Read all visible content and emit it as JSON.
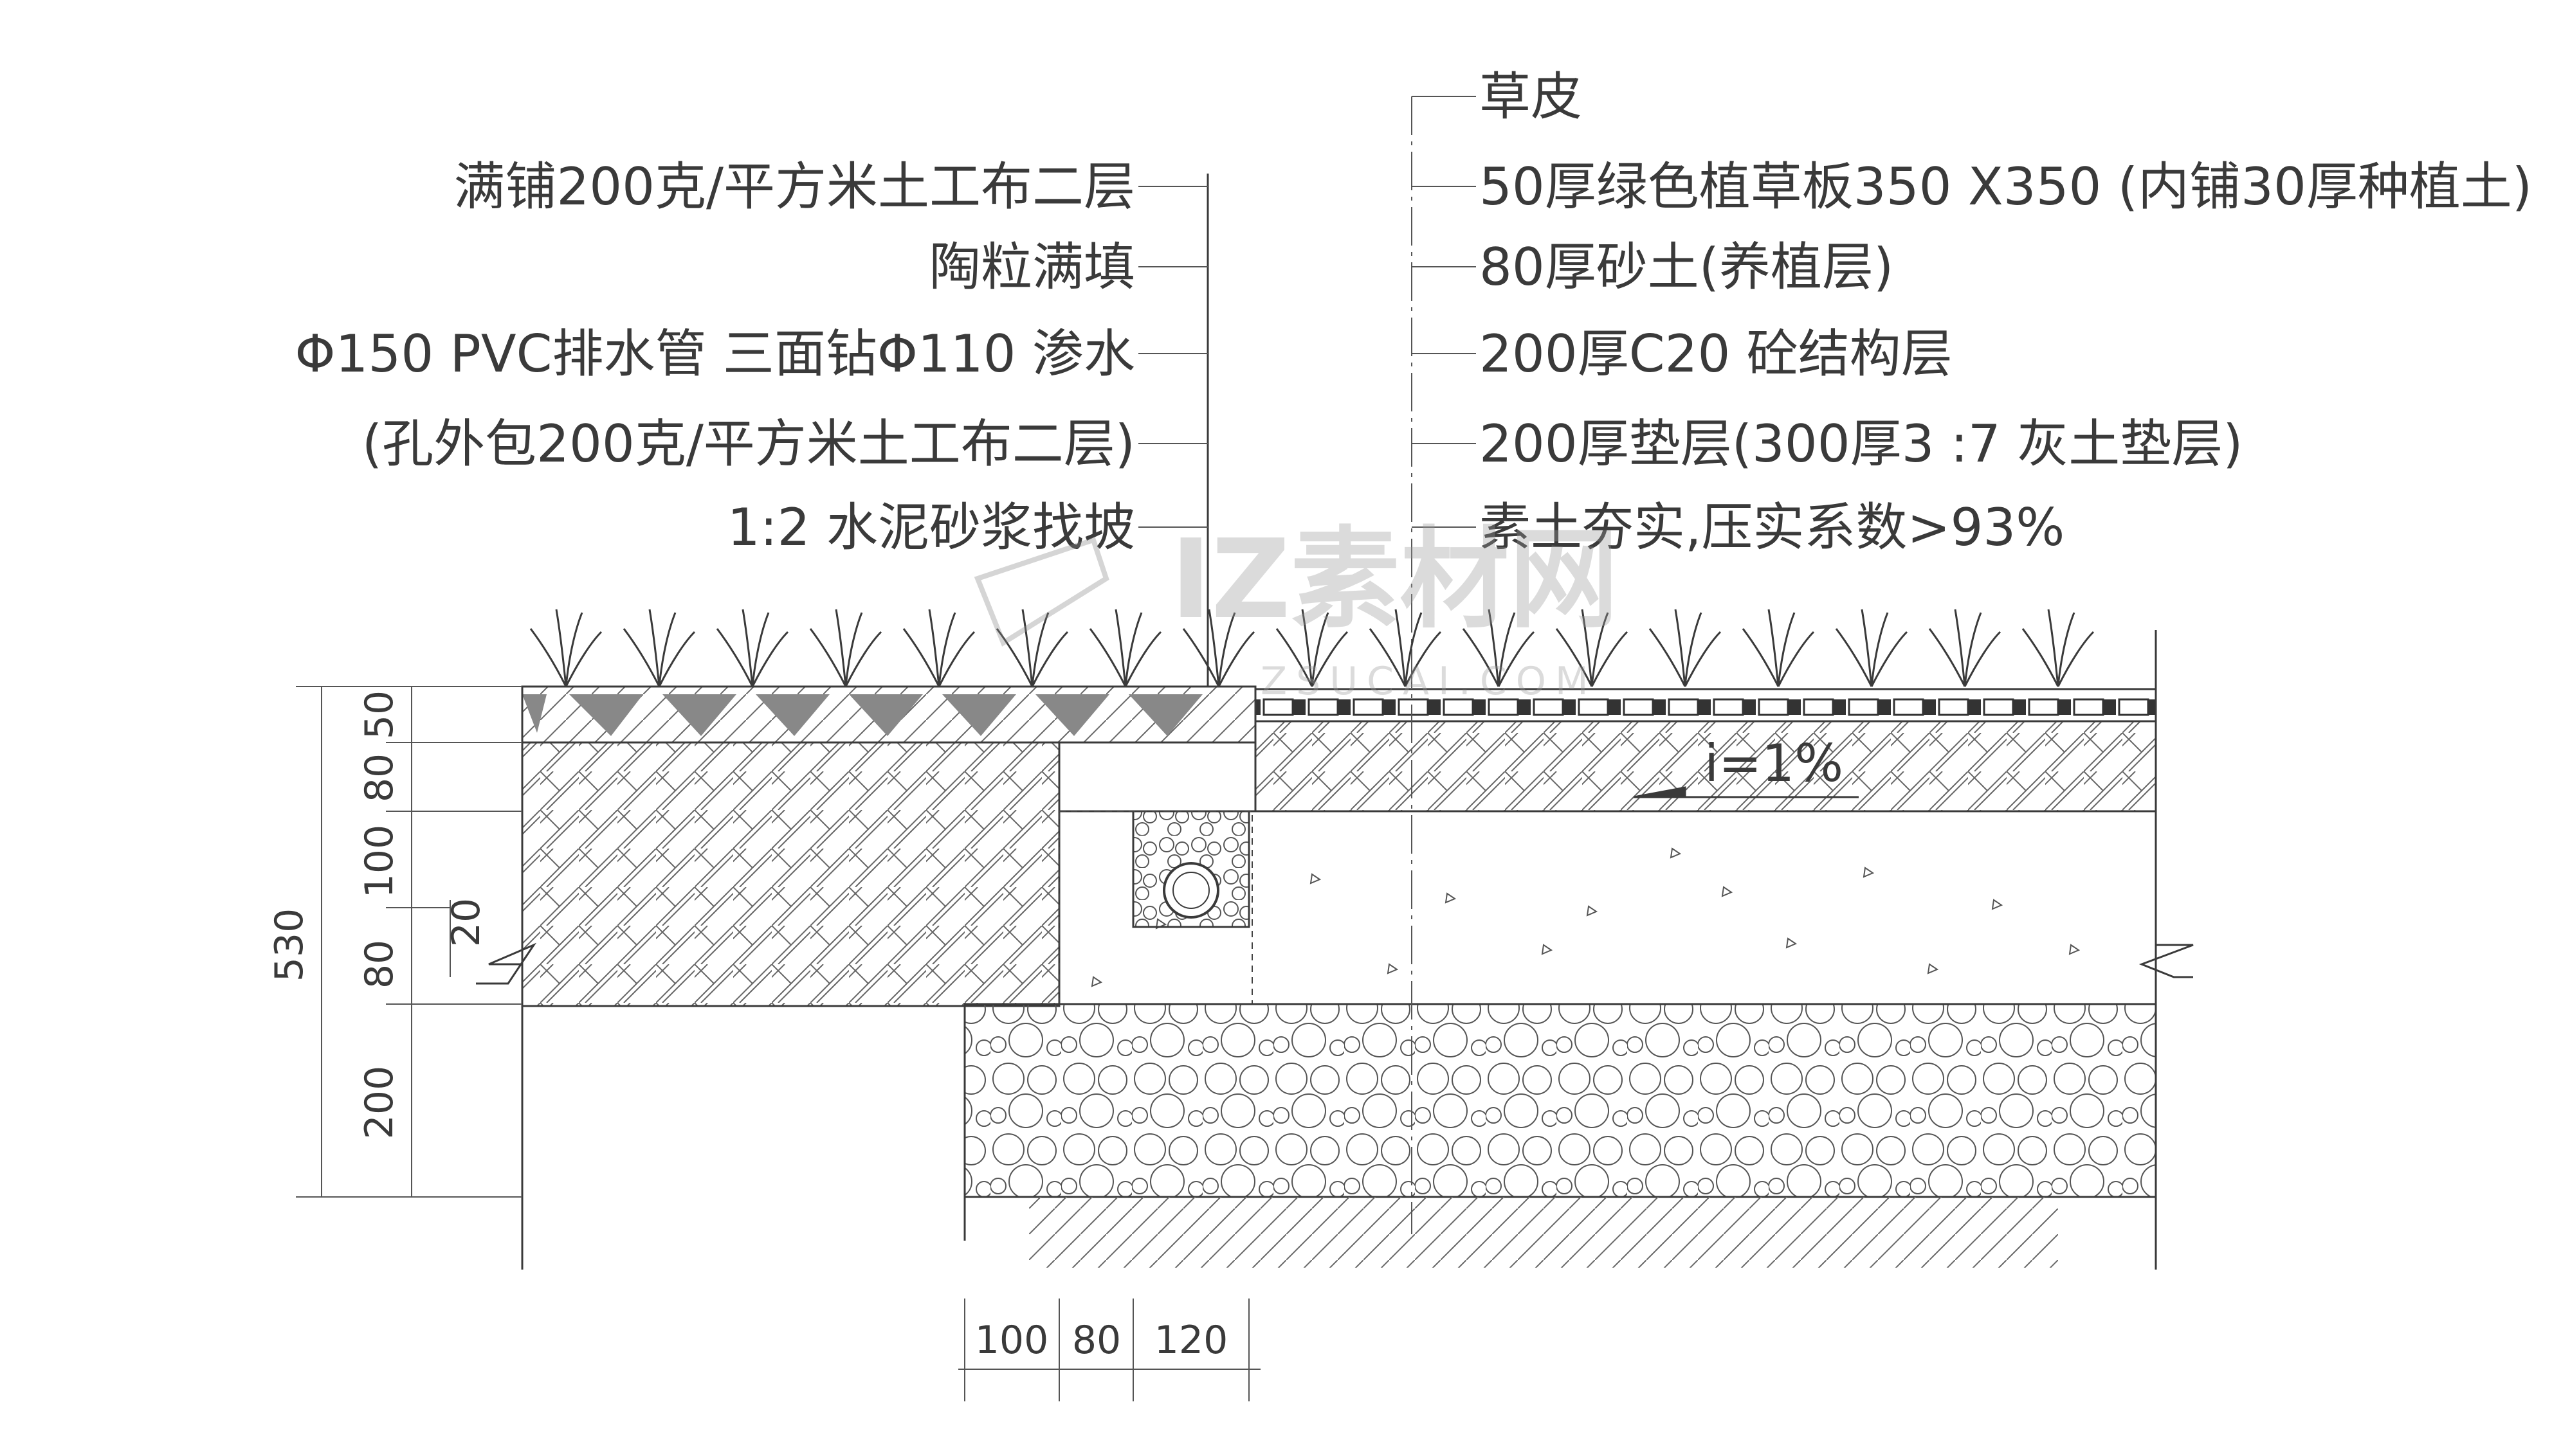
{
  "left_labels": [
    "满铺200克/平方米土工布二层",
    "陶粒满填",
    "Φ150 PVC排水管  三面钻Φ110 渗水",
    "(孔外包200克/平方米土工布二层)",
    "1:2 水泥砂浆找坡"
  ],
  "right_labels": [
    "草皮",
    "50厚绿色植草板350 X350 (内铺30厚种植土)",
    "80厚砂土(养植层)",
    "200厚C20 砼结构层",
    "200厚垫层(300厚3 :7 灰土垫层)",
    "素土夯实,压实系数>93%"
  ],
  "slope_label": "i=1%",
  "left_dimensions": {
    "total": "530",
    "parts": [
      "50",
      "80",
      "100",
      "80",
      "200"
    ],
    "offset": "20"
  },
  "bottom_dimensions": [
    "100",
    "80",
    "120"
  ],
  "watermark": {
    "brand": "IZ素材网",
    "url": "ZSUCAI.COM"
  }
}
